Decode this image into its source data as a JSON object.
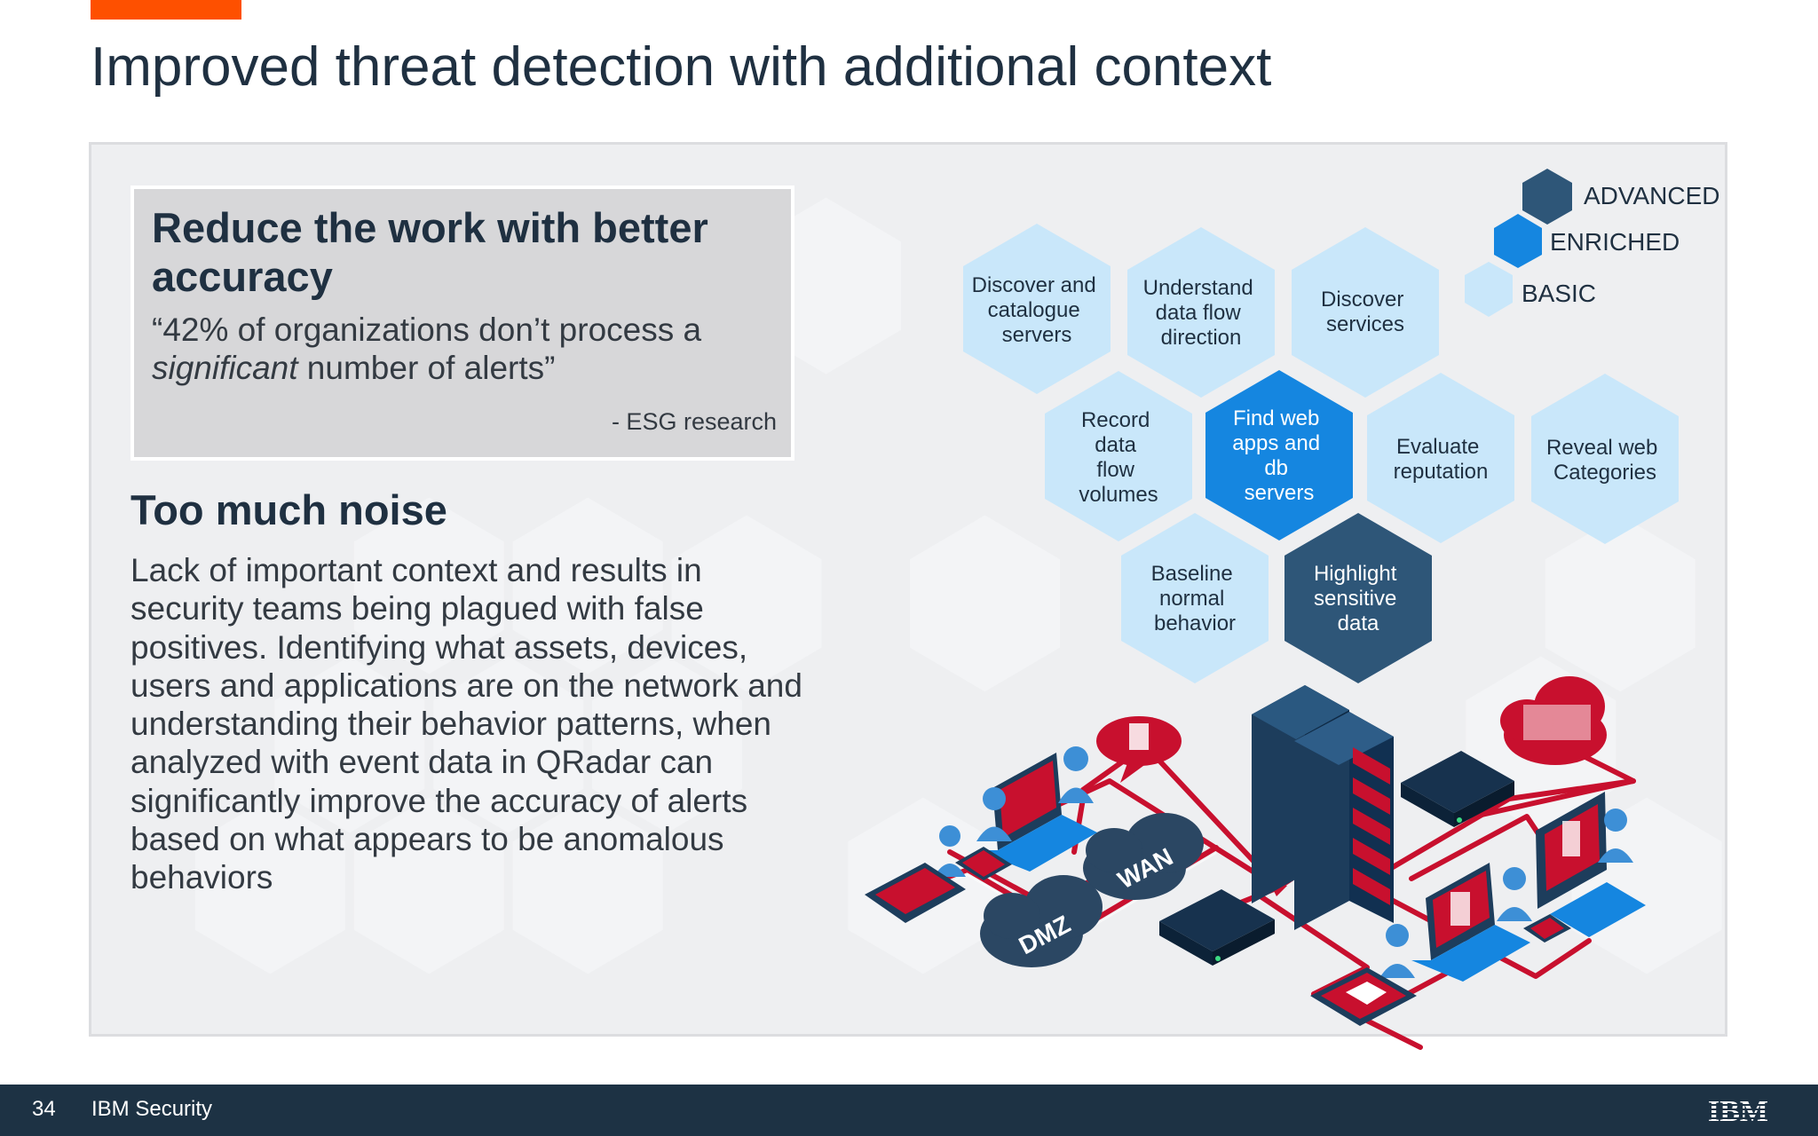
{
  "slide": {
    "title": "Improved threat detection with additional context"
  },
  "quote_box": {
    "heading": "Reduce the work with better accuracy",
    "text_part1": "“42% of organizations don’t process a ",
    "text_emphasis": "significant",
    "text_part2": " number of alerts”",
    "source": "- ESG research"
  },
  "noise": {
    "heading": "Too much noise",
    "body": "Lack of important context and results in security teams being plagued with false positives. Identifying what assets, devices, users and applications are on the network and understanding their behavior patterns, when analyzed with event data in QRadar can significantly improve the accuracy of alerts based on what appears to be anomalous behaviors"
  },
  "legend": {
    "items": [
      {
        "label": "ADVANCED",
        "color": "#2e5678"
      },
      {
        "label": "ENRICHED",
        "color": "#1586e0"
      },
      {
        "label": "BASIC",
        "color": "#c9e7fa"
      }
    ]
  },
  "hexagons": [
    {
      "lines": [
        "Discover and",
        "catalogue",
        "servers"
      ],
      "level": "BASIC"
    },
    {
      "lines": [
        "Understand",
        "data flow",
        "direction"
      ],
      "level": "BASIC"
    },
    {
      "lines": [
        "Discover",
        "services"
      ],
      "level": "BASIC"
    },
    {
      "lines": [
        "Record",
        "data",
        "flow",
        "volumes"
      ],
      "level": "BASIC"
    },
    {
      "lines": [
        "Find web",
        "apps and",
        "db",
        "servers"
      ],
      "level": "ENRICHED"
    },
    {
      "lines": [
        "Evaluate",
        "reputation"
      ],
      "level": "BASIC"
    },
    {
      "lines": [
        "Reveal web",
        "Categories"
      ],
      "level": "BASIC"
    },
    {
      "lines": [
        "Baseline",
        "normal",
        "behavior"
      ],
      "level": "BASIC"
    },
    {
      "lines": [
        "Highlight",
        "sensitive",
        "data"
      ],
      "level": "ADVANCED"
    }
  ],
  "network": {
    "cloud_labels": [
      "DMZ",
      "WAN"
    ],
    "line_color": "#c8102e"
  },
  "footer": {
    "page_number": "34",
    "brand": "IBM Security",
    "logo": "IBM"
  }
}
